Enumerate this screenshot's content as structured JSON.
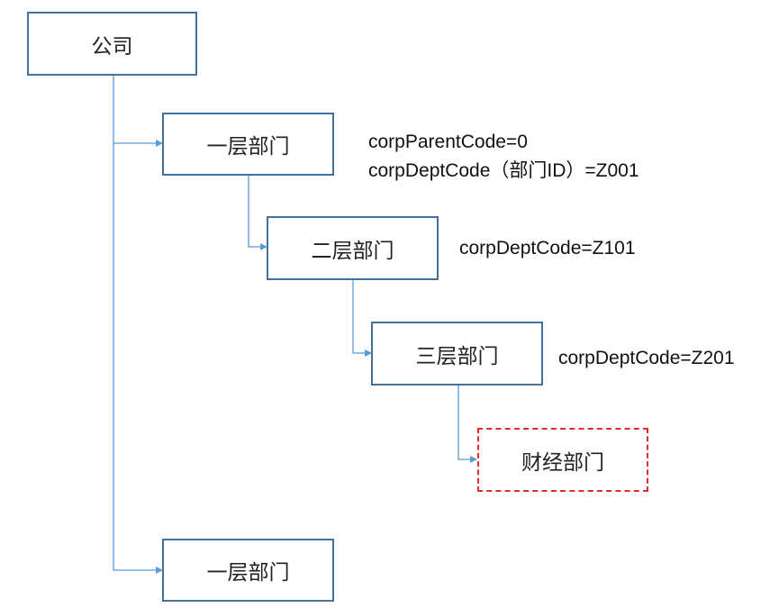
{
  "nodes": {
    "company": {
      "label": "公司"
    },
    "level1_top": {
      "label": "一层部门"
    },
    "level2": {
      "label": "二层部门"
    },
    "level3": {
      "label": "三层部门"
    },
    "finance": {
      "label": "财经部门"
    },
    "level1_bottom": {
      "label": "一层部门"
    }
  },
  "notes": {
    "level1_parent": "corpParentCode=0",
    "level1_code": "corpDeptCode（部门ID）=Z001",
    "level2_code": "corpDeptCode=Z101",
    "level3_code": "corpDeptCode=Z201"
  },
  "colors": {
    "box_border": "#41719c",
    "connector": "#5b9bd5",
    "highlight_border": "#e32b2b"
  }
}
